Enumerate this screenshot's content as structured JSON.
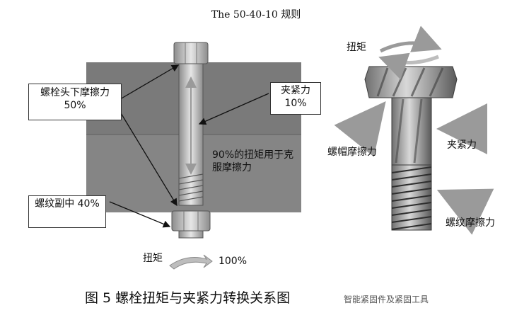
{
  "title": "The 50-40-10 规则",
  "labels": {
    "head_friction": "螺栓头下摩擦力 50%",
    "clamp_force": "夹紧力 10%",
    "torque_90": "90%的扭矩用于克服摩擦力",
    "thread_friction": "螺纹副中 40%",
    "torque_bottom": "扭矩",
    "torque_100": "100%",
    "torque_right": "扭矩",
    "nut_friction": "螺帽摩擦力",
    "clamp_right": "夹紧力",
    "thread_friction_right": "螺纹摩擦力"
  },
  "caption": "图 5   螺栓扭矩与夹紧力转换关系图",
  "watermark": "智能紧固件及紧固工具",
  "colors": {
    "plate": "#7a7a7a",
    "plate_top": "#8a8a8a",
    "bolt": "#bfbfbf",
    "arrow_gray": "#9a9a9a"
  }
}
